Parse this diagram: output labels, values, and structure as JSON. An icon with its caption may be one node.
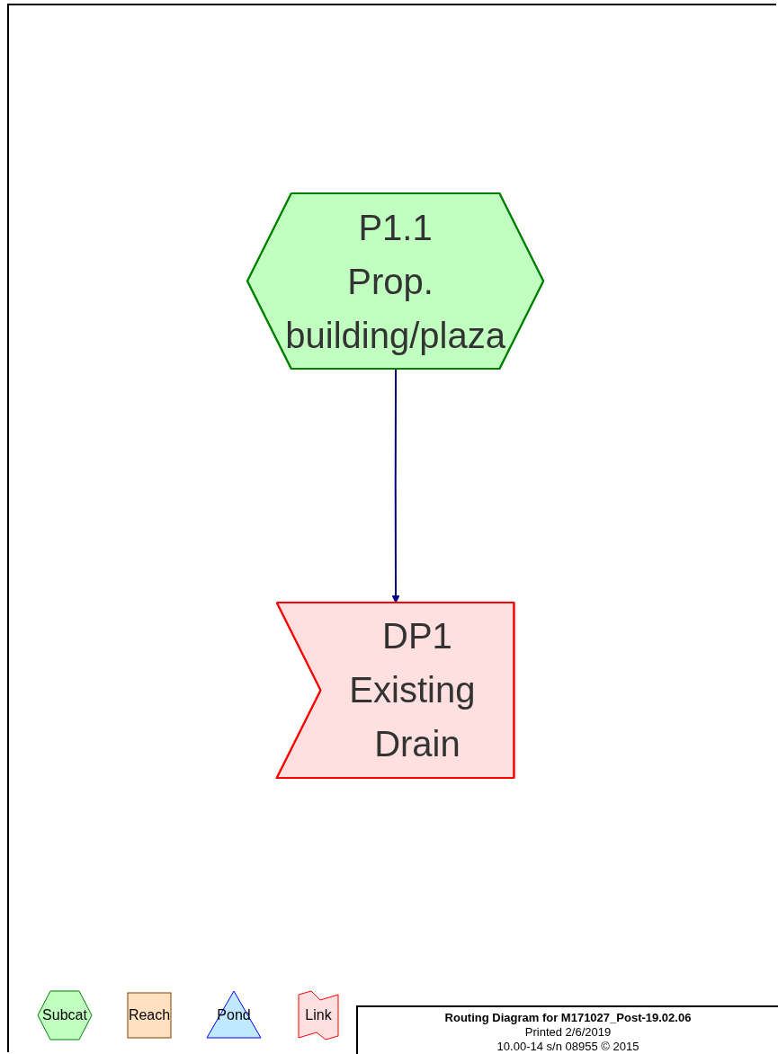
{
  "diagram": {
    "nodes": [
      {
        "text": [
          "P1.1",
          "Prop. building/plaza"
        ]
      },
      {
        "text": [
          "DP1",
          "Existing Drain"
        ]
      }
    ],
    "edges": [
      {
        "from": 0,
        "to": 1,
        "arrow": "to"
      }
    ],
    "labels": [
      "Routing Diagram for M171027_Post-19.02.06",
      "Printed 2/6/2019",
      "10.00-14  s/n 08955  © 2015"
    ],
    "legend": [
      {
        "text": "Subcat"
      },
      {
        "text": "Reach"
      },
      {
        "text": "Pond"
      },
      {
        "text": "Link"
      }
    ]
  }
}
